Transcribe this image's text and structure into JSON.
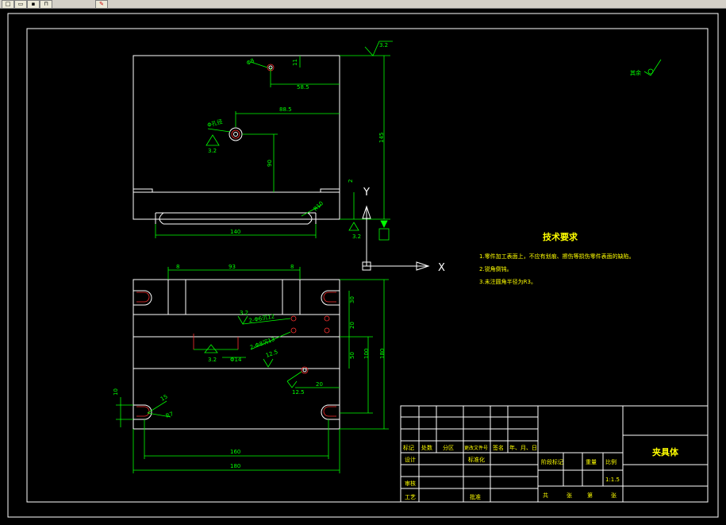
{
  "toolbar": {
    "icons": [
      "new-file-icon",
      "open-file-icon",
      "save-file-icon",
      "print-icon",
      "paint-icon"
    ]
  },
  "drawing": {
    "top_view_dims": {
      "d_small": "Φ8",
      "v11": "11",
      "h58_5": "58.5",
      "h88_5": "88.5",
      "v145": "145",
      "v90": "90",
      "r10": "R10",
      "h140": "140",
      "v3_2_top": "3.2",
      "v2": "2",
      "hole_label": "Φ孔径",
      "rough_a": "3.2",
      "rough_b": "3.2"
    },
    "front_view_dims": {
      "d8a": "8",
      "h93": "93",
      "d8b": "8",
      "v30": "30",
      "v20": "20",
      "v50": "50",
      "v100": "100",
      "v180": "180",
      "rough1": "3.2",
      "hole2": "2-Φ6沉12",
      "hole3": "2-Φ8沉13",
      "rough2": "3.2",
      "d14": "Φ14",
      "rough3": "12.5",
      "rough4": "12.5",
      "v20b": "20",
      "left10": "10",
      "r15": "15",
      "r7": "R7",
      "h160": "160",
      "h180": "180"
    },
    "axis_x": "X",
    "axis_y": "Y",
    "rest_label": "其余"
  },
  "tech_requirements": {
    "title": "技术要求",
    "items": [
      "1.零件加工表面上，不应有划痕、擦伤等损伤零件表面的缺陷。",
      "2.锐角倒钝。",
      "3.未注圆角半径为R3。"
    ]
  },
  "title_block": {
    "headers": [
      "标记",
      "处数",
      "分区",
      "更改文件号",
      "签名",
      "年、月、日"
    ],
    "row_design": "设计",
    "row_standard": "标准化",
    "row_check": "审核",
    "row_process": "工艺",
    "row_approve": "批准",
    "stage_mark": "阶段标记",
    "weight": "重量",
    "scale_label": "比例",
    "scale_value": "1:1.5",
    "part_name": "夹具体",
    "sheets": [
      "共",
      "张",
      "第",
      "张"
    ]
  }
}
